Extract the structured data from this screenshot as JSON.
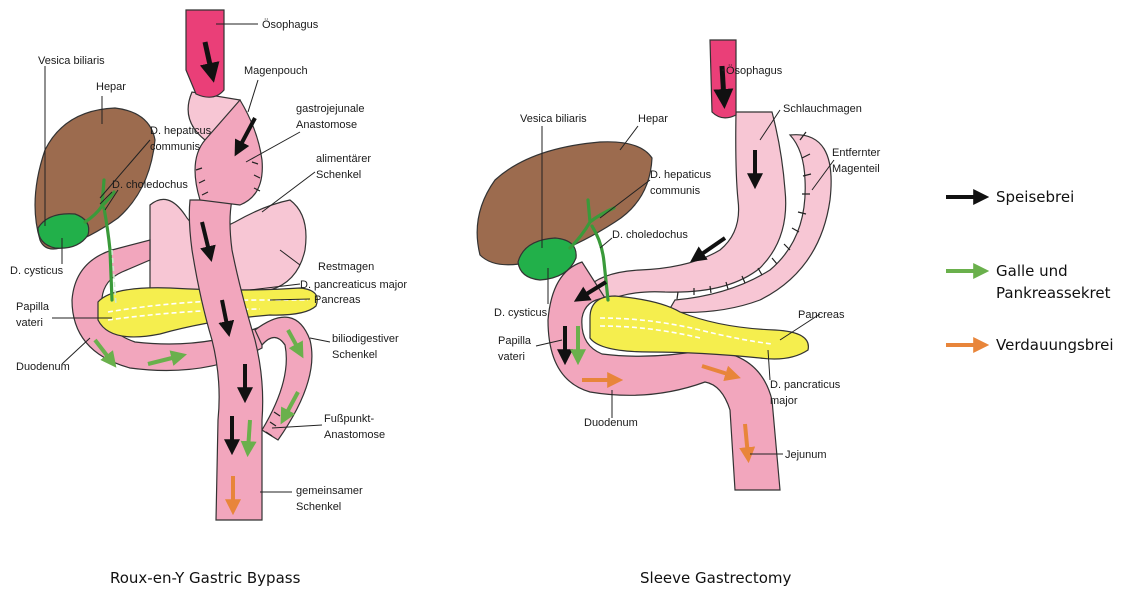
{
  "colors": {
    "liver": "#9c6b4e",
    "gallbladder": "#22b04a",
    "esophagus": "#ea3f78",
    "gut_light": "#f7c6d4",
    "gut": "#f2a6bd",
    "pancreas": "#f5ee4e",
    "chyme_arrow": "#111111",
    "bile_arrow": "#6ab04c",
    "digest_arrow": "#e8853a"
  },
  "bypass": {
    "title": "Roux-en-Y Gastric Bypass",
    "labels": {
      "esophagus": "Ösophagus",
      "pouch": "Magenpouch",
      "vesica": "Vesica biliaris",
      "hepar": "Hepar",
      "gj_1": "gastrojejunale",
      "gj_2": "Anastomose",
      "dh_1": "D. hepaticus",
      "dh_2": "communis",
      "alim_1": "alimentärer",
      "alim_2": "Schenkel",
      "chol": "D. choledochus",
      "cyst": "D. cysticus",
      "rest": "Restmagen",
      "dpm": "D. pancreaticus major",
      "pancreas": "Pancreas",
      "pap_1": "Papilla",
      "pap_2": "vateri",
      "bilio_1": "biliodigestiver",
      "bilio_2": "Schenkel",
      "duod": "Duodenum",
      "fuss_1": "Fußpunkt-",
      "fuss_2": "Anastomose",
      "gem_1": "gemeinsamer",
      "gem_2": "Schenkel"
    }
  },
  "sleeve": {
    "title": "Sleeve Gastrectomy",
    "labels": {
      "esophagus": "Ösophagus",
      "schlauch": "Schlauchmagen",
      "vesica": "Vesica biliaris",
      "hepar": "Hepar",
      "ent_1": "Entfernter",
      "ent_2": "Magenteil",
      "dh_1": "D. hepaticus",
      "dh_2": "communis",
      "chol": "D. choledochus",
      "cyst": "D. cysticus",
      "pancreas": "Pancreas",
      "pap_1": "Papilla",
      "pap_2": "vateri",
      "dp_1": "D. pancraticus",
      "dp_2": "major",
      "duod": "Duodenum",
      "jej": "Jejunum"
    }
  },
  "legend": {
    "chyme": "Speisebrei",
    "bile_1": "Galle und",
    "bile_2": "Pankreassekret",
    "digest": "Verdauungsbrei"
  }
}
